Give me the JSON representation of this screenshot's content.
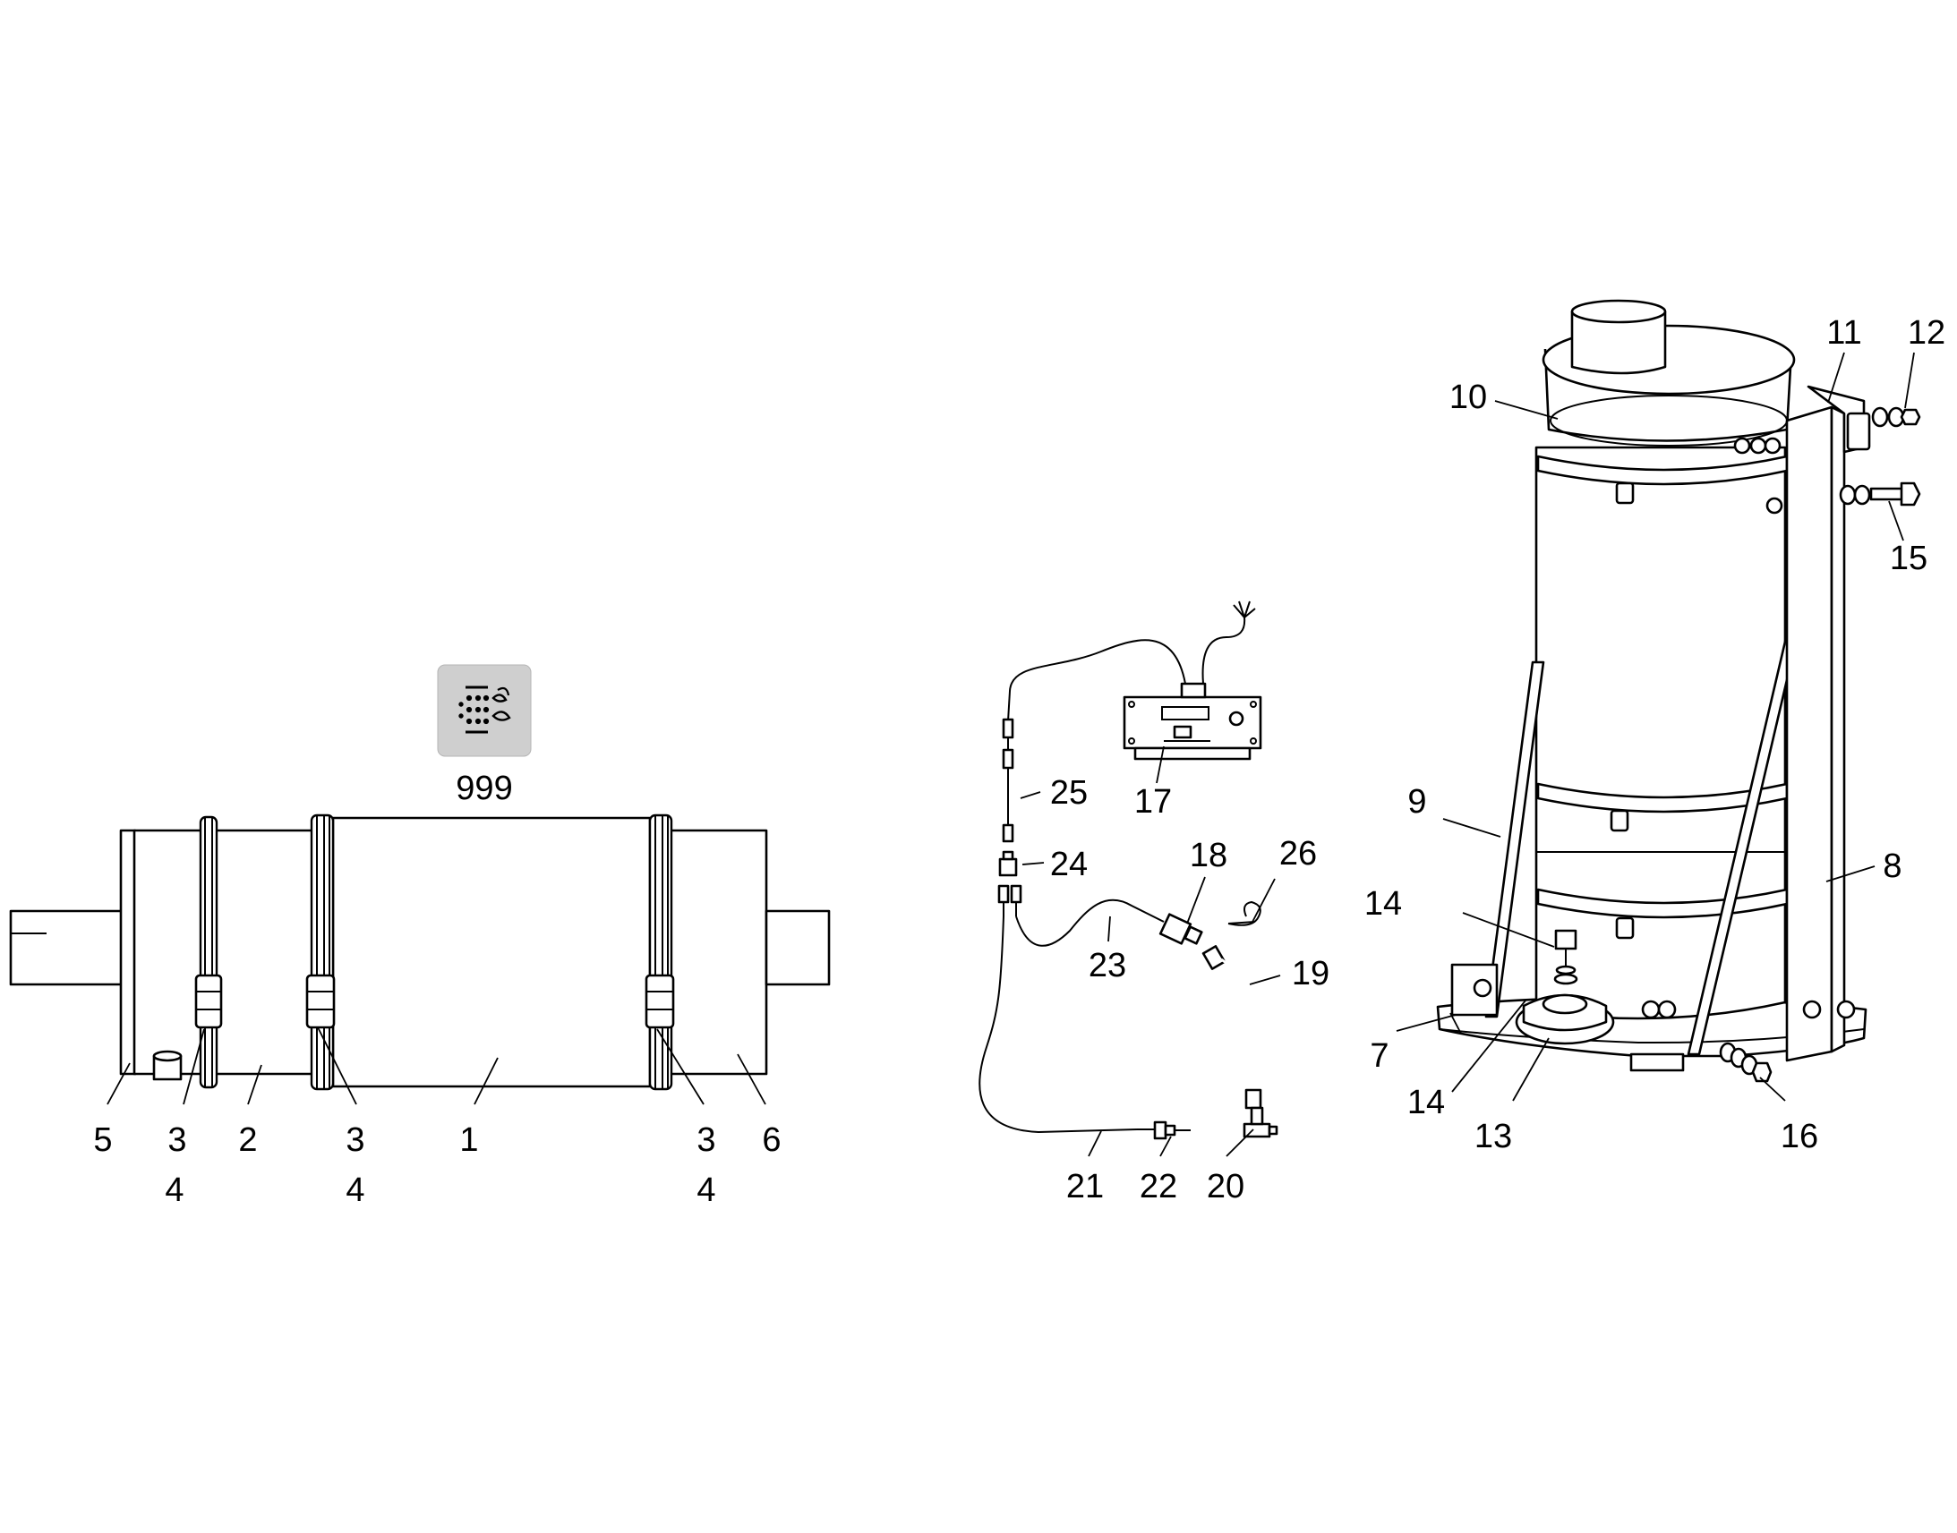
{
  "symbol": {
    "icon": "particulate-filter-icon",
    "code": "999",
    "bg": "#cfcfcf"
  },
  "callouts": [
    "1",
    "2",
    "3",
    "4",
    "5",
    "6",
    "7",
    "8",
    "9",
    "10",
    "11",
    "12",
    "13",
    "14",
    "15",
    "16",
    "17",
    "18",
    "19",
    "20",
    "21",
    "22",
    "23",
    "24",
    "25",
    "26"
  ]
}
